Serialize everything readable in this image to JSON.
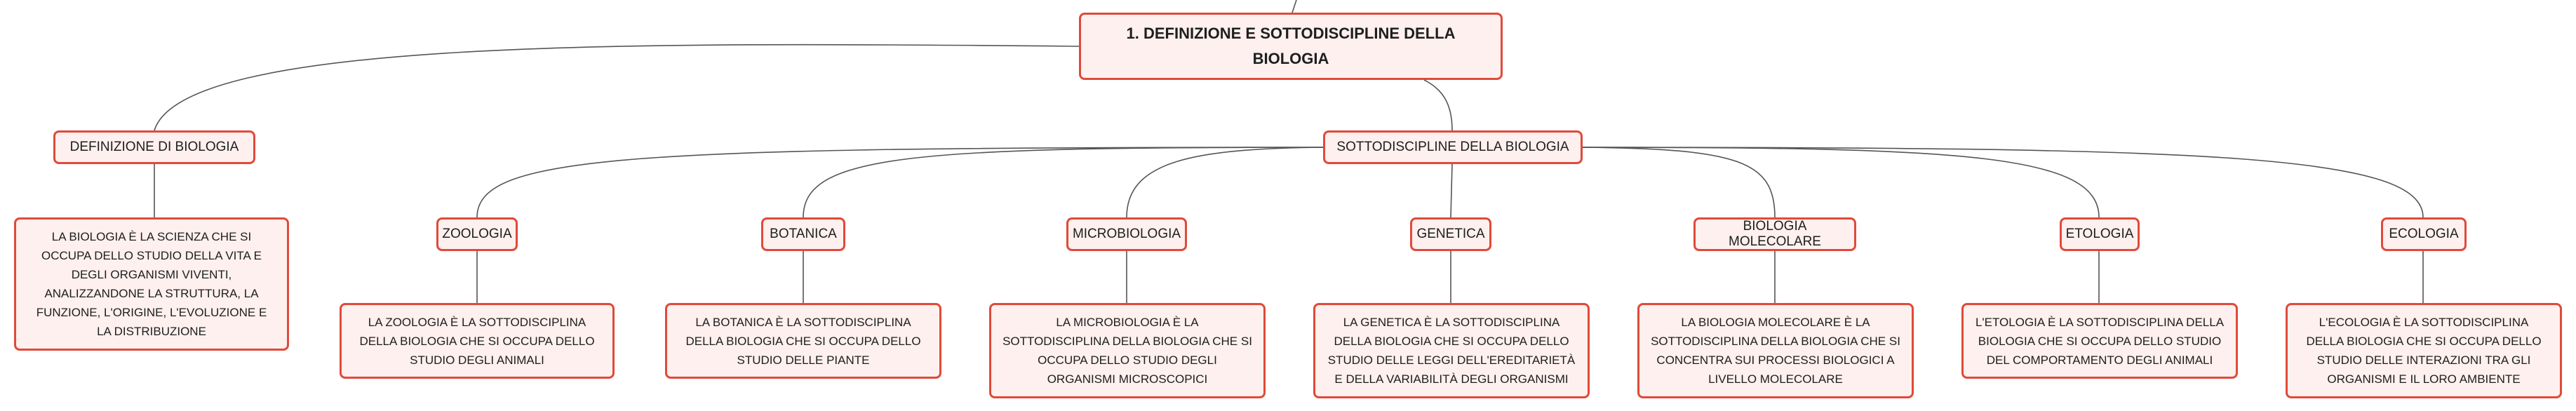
{
  "root": "1. DEFINIZIONE E SOTTODISCIPLINE DELLA BIOLOGIA",
  "definizione": {
    "title": "DEFINIZIONE DI BIOLOGIA",
    "text": "LA BIOLOGIA È LA SCIENZA CHE SI OCCUPA DELLO STUDIO DELLA VITA E DEGLI ORGANISMI VIVENTI, ANALIZZANDONE LA STRUTTURA, LA FUNZIONE, L'ORIGINE, L'EVOLUZIONE E LA DISTRIBUZIONE"
  },
  "sottodiscipline": {
    "title": "SOTTODISCIPLINE DELLA BIOLOGIA",
    "items": [
      {
        "name": "ZOOLOGIA",
        "text": "LA ZOOLOGIA È LA SOTTODISCIPLINA DELLA BIOLOGIA CHE SI OCCUPA DELLO STUDIO DEGLI ANIMALI"
      },
      {
        "name": "BOTANICA",
        "text": "LA BOTANICA È LA SOTTODISCIPLINA DELLA BIOLOGIA CHE SI OCCUPA DELLO STUDIO DELLE PIANTE"
      },
      {
        "name": "MICROBIOLOGIA",
        "text": "LA MICROBIOLOGIA È LA SOTTODISCIPLINA DELLA BIOLOGIA CHE SI OCCUPA DELLO STUDIO DEGLI ORGANISMI MICROSCOPICI"
      },
      {
        "name": "GENETICA",
        "text": "LA GENETICA È LA SOTTODISCIPLINA DELLA BIOLOGIA CHE SI OCCUPA DELLO STUDIO DELLE LEGGI DELL'EREDITARIETÀ E DELLA VARIABILITÀ DEGLI ORGANISMI"
      },
      {
        "name": "BIOLOGIA MOLECOLARE",
        "text": "LA BIOLOGIA MOLECOLARE È LA SOTTODISCIPLINA DELLA BIOLOGIA CHE SI CONCENTRA SUI PROCESSI BIOLOGICI A LIVELLO MOLECOLARE"
      },
      {
        "name": "ETOLOGIA",
        "text": "L'ETOLOGIA È LA SOTTODISCIPLINA DELLA BIOLOGIA CHE SI OCCUPA DELLO STUDIO DEL COMPORTAMENTO DEGLI ANIMALI"
      },
      {
        "name": "ECOLOGIA",
        "text": "L'ECOLOGIA È LA SOTTODISCIPLINA DELLA BIOLOGIA CHE SI OCCUPA DELLO STUDIO DELLE INTERAZIONI TRA GLI ORGANISMI E IL LORO AMBIENTE"
      }
    ]
  },
  "colors": {
    "border": "#e04a3a",
    "fill": "#fdf0ee",
    "line": "#555555",
    "text": "#1e1e1e"
  }
}
